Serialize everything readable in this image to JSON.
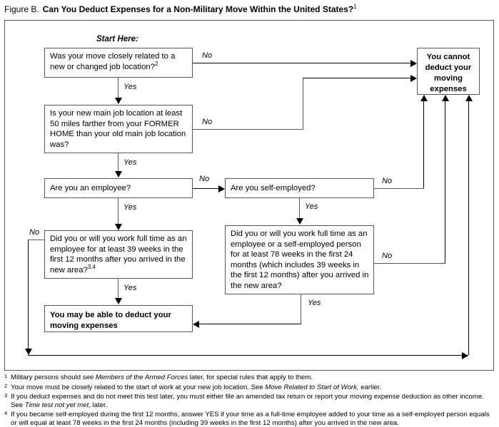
{
  "figure": {
    "label": "Figure B.",
    "title": "Can You Deduct Expenses for a Non-Military Move Within the United States?",
    "title_footnote": "1"
  },
  "flowchart": {
    "start_label": "Start Here:",
    "yes_label": "Yes",
    "no_label": "No",
    "nodes": {
      "q1": {
        "id": "q1",
        "text": "Was your move closely related to a new or changed job location?",
        "footnote": "2",
        "type": "decision"
      },
      "q2": {
        "id": "q2",
        "text": "Is your new main job location at least 50 miles farther from your FORMER HOME than your old main job location was?",
        "footnote": "",
        "type": "decision"
      },
      "q3": {
        "id": "q3",
        "text": "Are you an employee?",
        "footnote": "",
        "type": "decision"
      },
      "q4": {
        "id": "q4",
        "text": "Are you self-employed?",
        "footnote": "",
        "type": "decision"
      },
      "q5": {
        "id": "q5",
        "text": "Did you or will you work full time as an employee for at least 39 weeks in the first 12 months after you arrived in the new area?",
        "footnote": "3,4",
        "type": "decision"
      },
      "q6": {
        "id": "q6",
        "text": "Did you or will you work full time as an employee or a self-employed person for at least 78 weeks in the first 24 months (which includes 39 weeks in the first 12 months) after you arrived in the new area?",
        "footnote": "",
        "type": "decision"
      },
      "cannot": {
        "id": "cannot",
        "text": "You cannot deduct your moving expenses",
        "footnote": "",
        "type": "terminal"
      },
      "may": {
        "id": "may",
        "text": "You may be able to deduct your moving expenses",
        "footnote": "",
        "type": "terminal"
      }
    },
    "edges": [
      {
        "from": "q1",
        "to": "q2",
        "label": "Yes"
      },
      {
        "from": "q1",
        "to": "cannot",
        "label": "No"
      },
      {
        "from": "q2",
        "to": "q3",
        "label": "Yes"
      },
      {
        "from": "q2",
        "to": "cannot",
        "label": "No"
      },
      {
        "from": "q3",
        "to": "q5",
        "label": "Yes"
      },
      {
        "from": "q3",
        "to": "q4",
        "label": "No"
      },
      {
        "from": "q4",
        "to": "q6",
        "label": "Yes"
      },
      {
        "from": "q4",
        "to": "cannot",
        "label": "No"
      },
      {
        "from": "q5",
        "to": "may",
        "label": "Yes"
      },
      {
        "from": "q5",
        "to": "cannot",
        "label": "No"
      },
      {
        "from": "q6",
        "to": "may",
        "label": "Yes"
      },
      {
        "from": "q6",
        "to": "cannot",
        "label": "No"
      }
    ]
  },
  "footnotes": [
    {
      "num": "1",
      "parts": [
        {
          "t": "Military persons should ",
          "i": false
        },
        {
          "t": "see Members of the Armed Forces",
          "i": true
        },
        {
          "t": " later, for special rules that apply to them.",
          "i": false
        }
      ]
    },
    {
      "num": "2",
      "parts": [
        {
          "t": "Your move must be closely related to the start of work at your new job location. See ",
          "i": false
        },
        {
          "t": "Move Related to Start of Work,",
          "i": true
        },
        {
          "t": " earlier.",
          "i": false
        }
      ]
    },
    {
      "num": "3",
      "parts": [
        {
          "t": "If you deduct expenses and do not meet this test later, you must either file an amended tax return or report your moving expense deduction as other income. See ",
          "i": false
        },
        {
          "t": "Time test not yet met,",
          "i": true
        },
        {
          "t": " later.",
          "i": false
        }
      ]
    },
    {
      "num": "4",
      "parts": [
        {
          "t": "If you became self-employed during the first 12 months, answer YES if your time as a full-time employee added to your time as a self-employed person equals or will equal at least 78 weeks in the first 24 months (including 39 weeks in the first 12 months) after you arrived in the new area.",
          "i": false
        }
      ]
    }
  ],
  "colors": {
    "line": "#000000",
    "box_border": "#55595c",
    "background": "#ffffff",
    "text": "#000000"
  }
}
